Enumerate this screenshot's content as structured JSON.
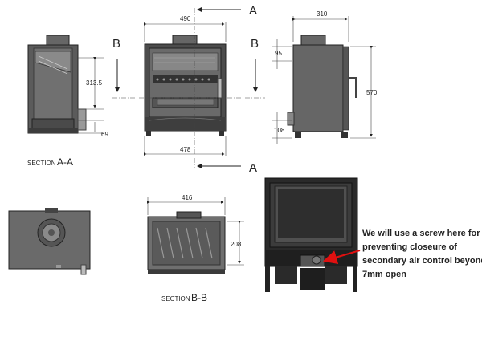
{
  "front_view": {
    "width_top": "490",
    "width_base": "478",
    "section_letter": "A",
    "section_letter_b": "B"
  },
  "side_view": {
    "depth": "310",
    "height": "570",
    "flue_offset": "95",
    "leg_height": "108"
  },
  "section_a": {
    "dim_vertical": "313.5",
    "dim_bottom": "69",
    "caption_small": "SECTION",
    "caption_big": "A-A"
  },
  "section_b": {
    "width": "416",
    "height": "208",
    "caption_small": "SECTION",
    "caption_big": "B-B"
  },
  "annotation": {
    "lines": [
      "We will use a screw here for",
      "preventing closeure of",
      "secondary air control beyond",
      "7mm open"
    ],
    "arrow_color": "#e01010"
  }
}
